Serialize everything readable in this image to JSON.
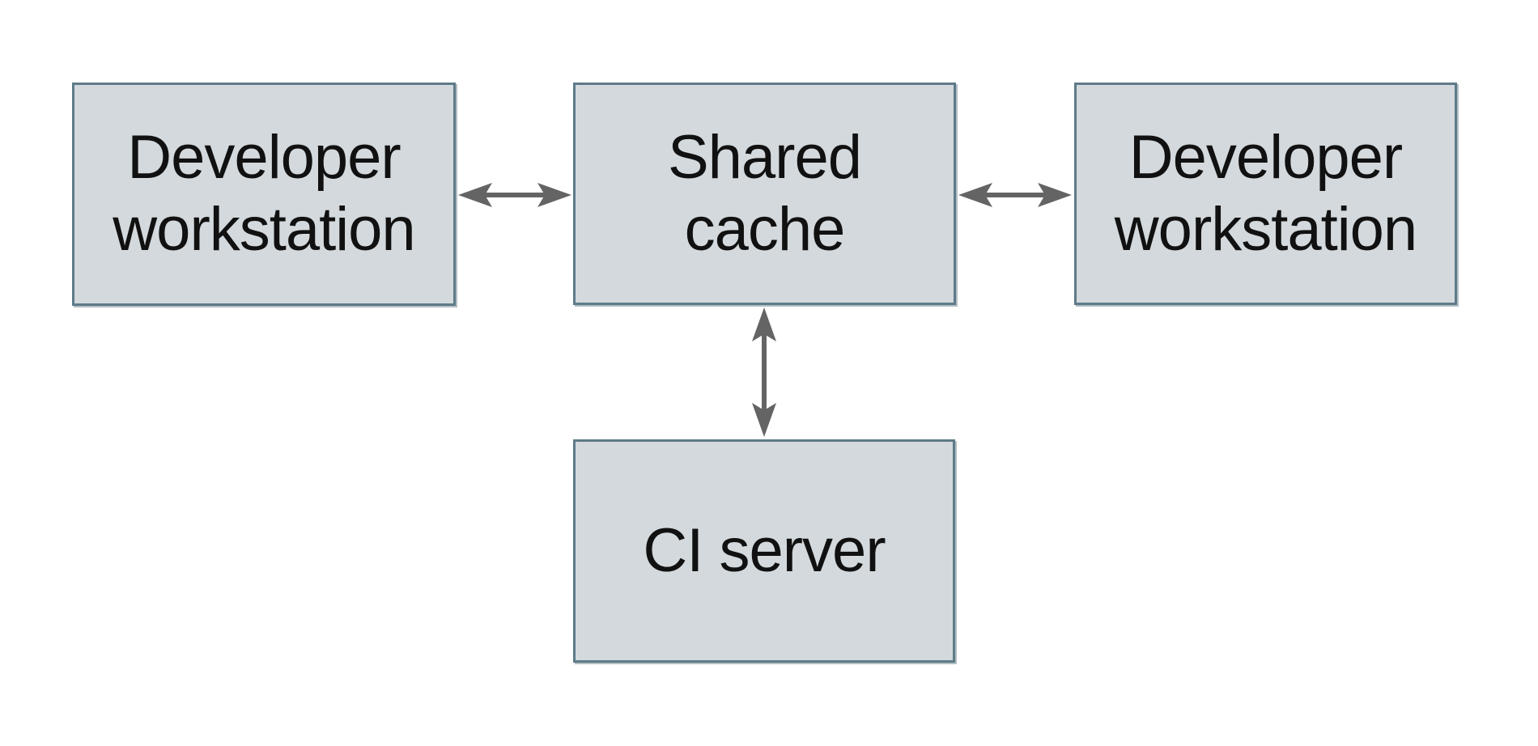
{
  "diagram": {
    "background": "#ffffff",
    "node_fill": "#d3d9dc",
    "node_border": "#5e7b89",
    "arrow_color": "#646464",
    "text_color": "#111111",
    "nodes": [
      {
        "id": "developer-workstation-left",
        "label": "Developer\nworkstation"
      },
      {
        "id": "shared-cache",
        "label": "Shared\ncache"
      },
      {
        "id": "developer-workstation-right",
        "label": "Developer\nworkstation"
      },
      {
        "id": "ci-server",
        "label": "CI server"
      }
    ],
    "edges": [
      {
        "from": "developer-workstation-left",
        "to": "shared-cache",
        "type": "bidirectional"
      },
      {
        "from": "shared-cache",
        "to": "developer-workstation-right",
        "type": "bidirectional"
      },
      {
        "from": "shared-cache",
        "to": "ci-server",
        "type": "bidirectional"
      }
    ]
  }
}
